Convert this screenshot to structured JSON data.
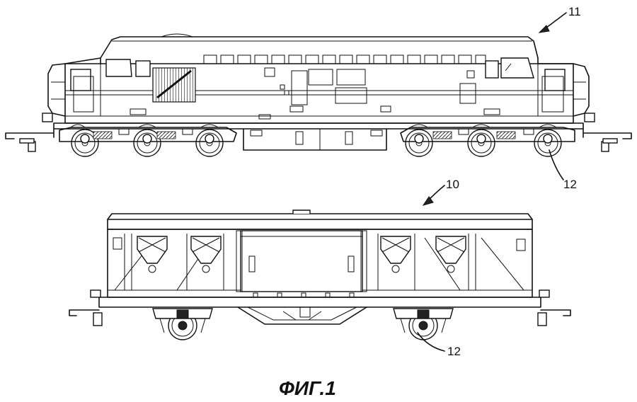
{
  "labels": {
    "locomotive_ref": "11",
    "wagon_ref": "10",
    "bogie_ref_loco": "12",
    "bogie_ref_wagon": "12"
  },
  "caption": "ФИГ.1"
}
